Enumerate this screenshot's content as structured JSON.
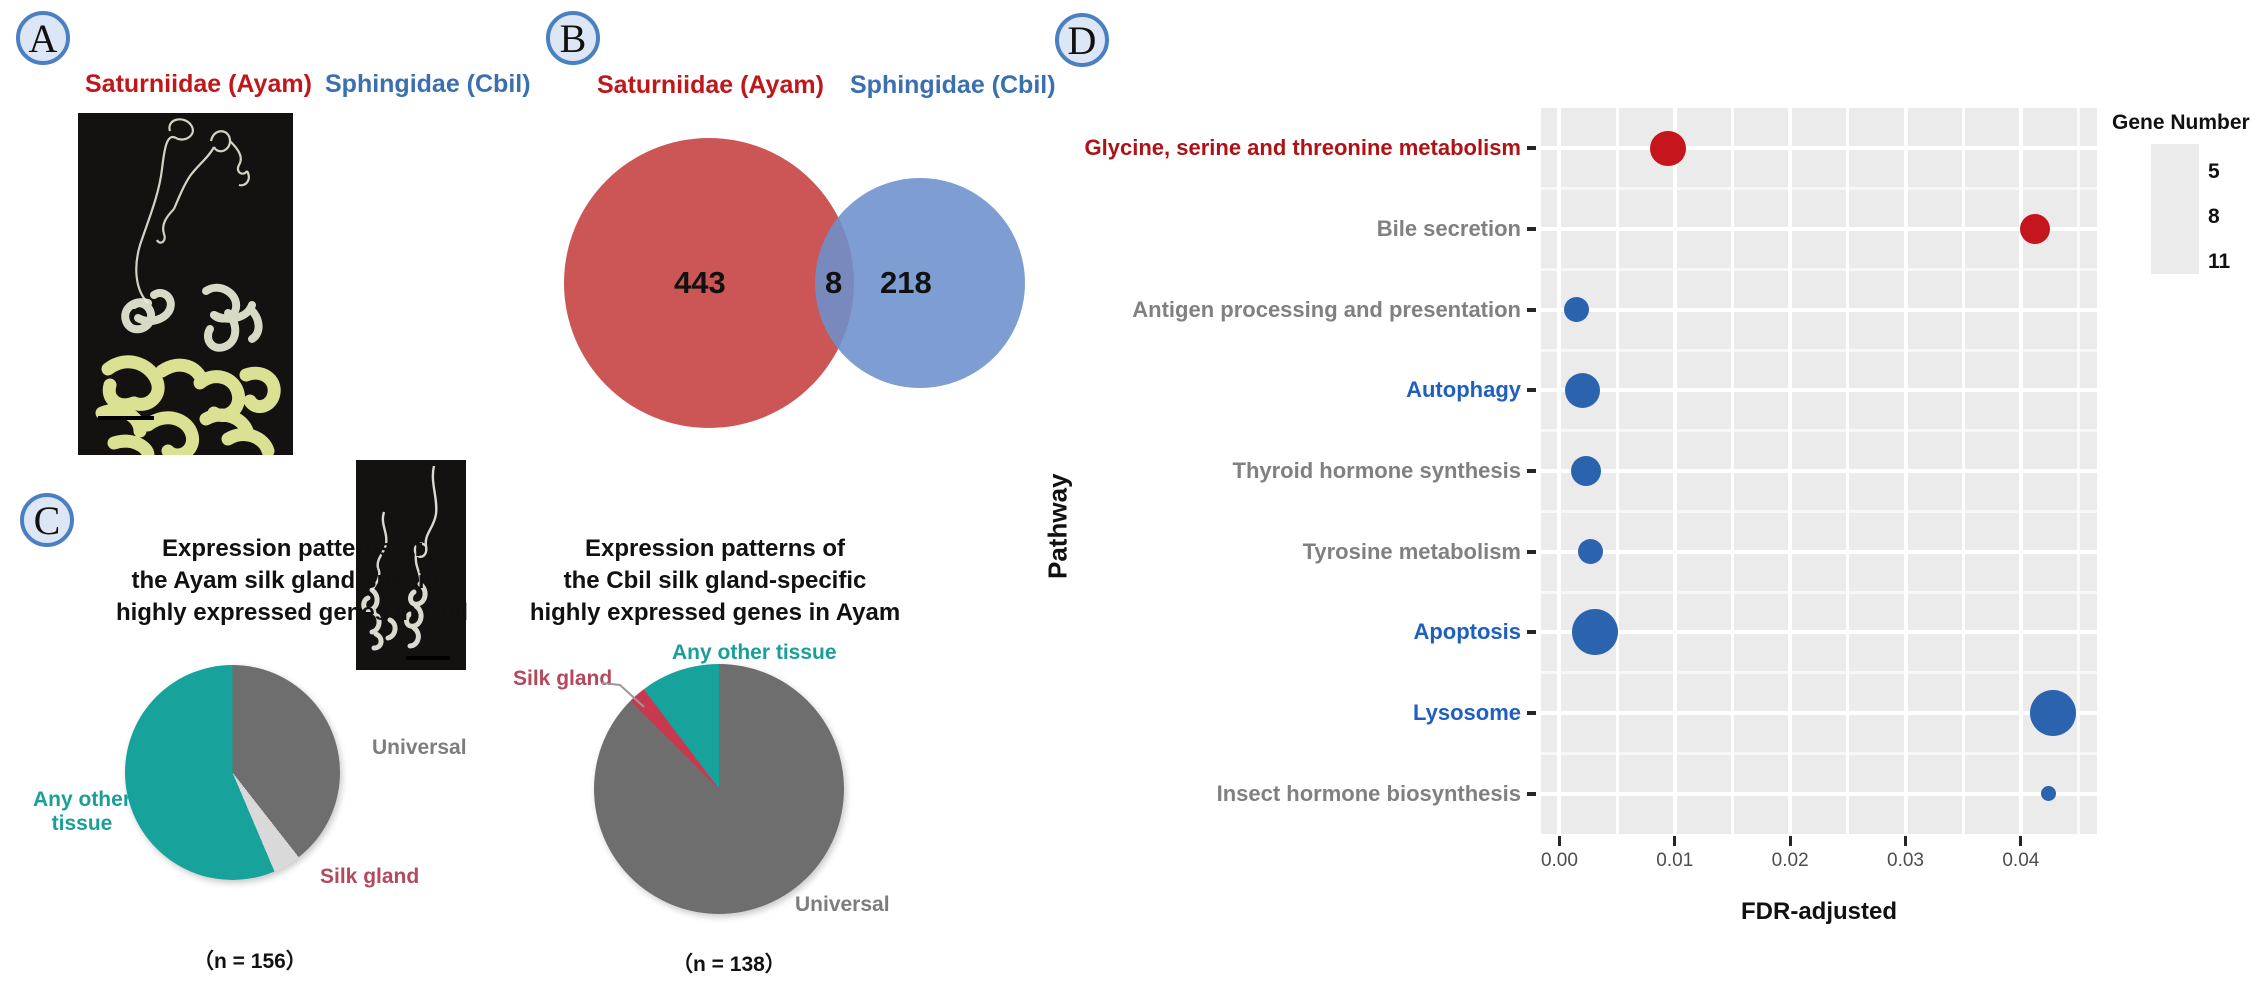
{
  "figure": {
    "panels": [
      {
        "id": "A",
        "letter": "A"
      },
      {
        "id": "B",
        "letter": "B"
      },
      {
        "id": "C",
        "letter": "C"
      },
      {
        "id": "D",
        "letter": "D"
      }
    ]
  },
  "panel_a": {
    "left_title": "Saturniidae (Ayam)",
    "right_title": "Sphingidae (Cbil)",
    "left_color": "#c0171b",
    "right_color": "#3a6fb0",
    "left_caption": "silk-gland-photo-ayam",
    "right_caption": "silk-gland-photo-cbil"
  },
  "panel_b": {
    "left_title": "Saturniidae (Ayam)",
    "right_title": "Sphingidae (Cbil)",
    "left_color": "#c0171b",
    "right_color": "#3a6fb0",
    "chart_data": {
      "type": "venn",
      "title": "",
      "sets": [
        "Saturniidae (Ayam)",
        "Sphingidae (Cbil)"
      ],
      "set_colors": [
        "#cc5555",
        "#6c91cd"
      ],
      "only_left": 443,
      "intersection": 8,
      "only_right": 218,
      "labels": {
        "left": "443",
        "intersection": "8",
        "right": "218"
      }
    }
  },
  "panel_c": {
    "left": {
      "title": "Expression patterns of\nthe Ayam silk gland-specific\nhighly expressed genes in Cbil",
      "n_label": "（n = 156）",
      "n_value": 156,
      "chart_data": {
        "type": "pie",
        "title": "Expression patterns of the Ayam silk gland-specific highly expressed genes in Cbil",
        "categories": [
          "Universal",
          "Silk gland",
          "Any other tissue"
        ],
        "values": [
          40,
          4,
          56
        ],
        "unit": "percent",
        "colors": [
          "#6e6e6e",
          "#d9d9d9",
          "#17a39c"
        ],
        "label_colors": [
          "#7d7d7d",
          "#b5485c",
          "#1b9e9a"
        ],
        "n": 156
      },
      "labels": {
        "universal": "Universal",
        "silk_gland": "Silk gland",
        "any_other": "Any other\ntissue"
      }
    },
    "right": {
      "title": "Expression patterns of\nthe Cbil silk gland-specific\nhighly expressed genes in Ayam",
      "n_label": "（n = 138）",
      "n_value": 138,
      "chart_data": {
        "type": "pie",
        "title": "Expression patterns of the Cbil silk gland-specific highly expressed genes in Ayam",
        "categories": [
          "Universal",
          "Silk gland",
          "Any other tissue"
        ],
        "values": [
          88,
          2,
          10
        ],
        "unit": "percent",
        "colors": [
          "#6e6e6e",
          "#c8384f",
          "#17a39c"
        ],
        "label_colors": [
          "#7d7d7d",
          "#b5485c",
          "#1b9e9a"
        ],
        "n": 138
      },
      "labels": {
        "universal": "Universal",
        "silk_gland": "Silk gland",
        "any_other": "Any other tissue"
      }
    }
  },
  "panel_d": {
    "xlabel": "FDR-adjusted",
    "ylabel": "Pathway",
    "legend_title": "Gene Number",
    "legend_entries": [
      {
        "label": "5",
        "value": 5
      },
      {
        "label": "8",
        "value": 8
      },
      {
        "label": "11",
        "value": 11
      }
    ],
    "chart_data": {
      "type": "scatter",
      "title": "",
      "xlabel": "FDR-adjusted",
      "ylabel": "Pathway",
      "xlim": [
        -0.0016,
        0.0466
      ],
      "xticks": [
        0.0,
        0.01,
        0.02,
        0.03,
        0.04
      ],
      "xtick_labels": [
        "0.00",
        "0.01",
        "0.02",
        "0.03",
        "0.04"
      ],
      "grid": true,
      "legend": {
        "title": "Gene Number",
        "position": "right",
        "sizes": [
          5,
          8,
          11
        ]
      },
      "size_field": "Gene Number",
      "color_field": "Species",
      "colors": {
        "red": "#c4161c",
        "blue": "#2c63ae"
      },
      "points": [
        {
          "pathway": "Glycine, serine and threonine metabolism",
          "fdr": 0.0094,
          "gene_number": 9,
          "color": "#c4161c",
          "label_color": "#ae1217",
          "label_bold": true
        },
        {
          "pathway": "Bile secretion",
          "fdr": 0.0412,
          "gene_number": 8,
          "color": "#c4161c",
          "label_color": "#808080",
          "label_bold": true
        },
        {
          "pathway": "Antigen processing and presentation",
          "fdr": 0.0015,
          "gene_number": 7,
          "color": "#2c63ae",
          "label_color": "#808080",
          "label_bold": true
        },
        {
          "pathway": "Autophagy",
          "fdr": 0.002,
          "gene_number": 9,
          "color": "#2c63ae",
          "label_color": "#1f5fbf",
          "label_bold": true
        },
        {
          "pathway": "Thyroid hormone synthesis",
          "fdr": 0.0023,
          "gene_number": 8,
          "color": "#2c63ae",
          "label_color": "#808080",
          "label_bold": true
        },
        {
          "pathway": "Tyrosine metabolism",
          "fdr": 0.0027,
          "gene_number": 7,
          "color": "#2c63ae",
          "label_color": "#808080",
          "label_bold": true
        },
        {
          "pathway": "Apoptosis",
          "fdr": 0.0031,
          "gene_number": 11,
          "color": "#2c63ae",
          "label_color": "#1f5fbf",
          "label_bold": true
        },
        {
          "pathway": "Lysosome",
          "fdr": 0.0428,
          "gene_number": 11,
          "color": "#2c63ae",
          "label_color": "#1f5fbf",
          "label_bold": true
        },
        {
          "pathway": "Insect hormone biosynthesis",
          "fdr": 0.0424,
          "gene_number": 5,
          "color": "#2c63ae",
          "label_color": "#808080",
          "label_bold": true
        }
      ]
    }
  }
}
